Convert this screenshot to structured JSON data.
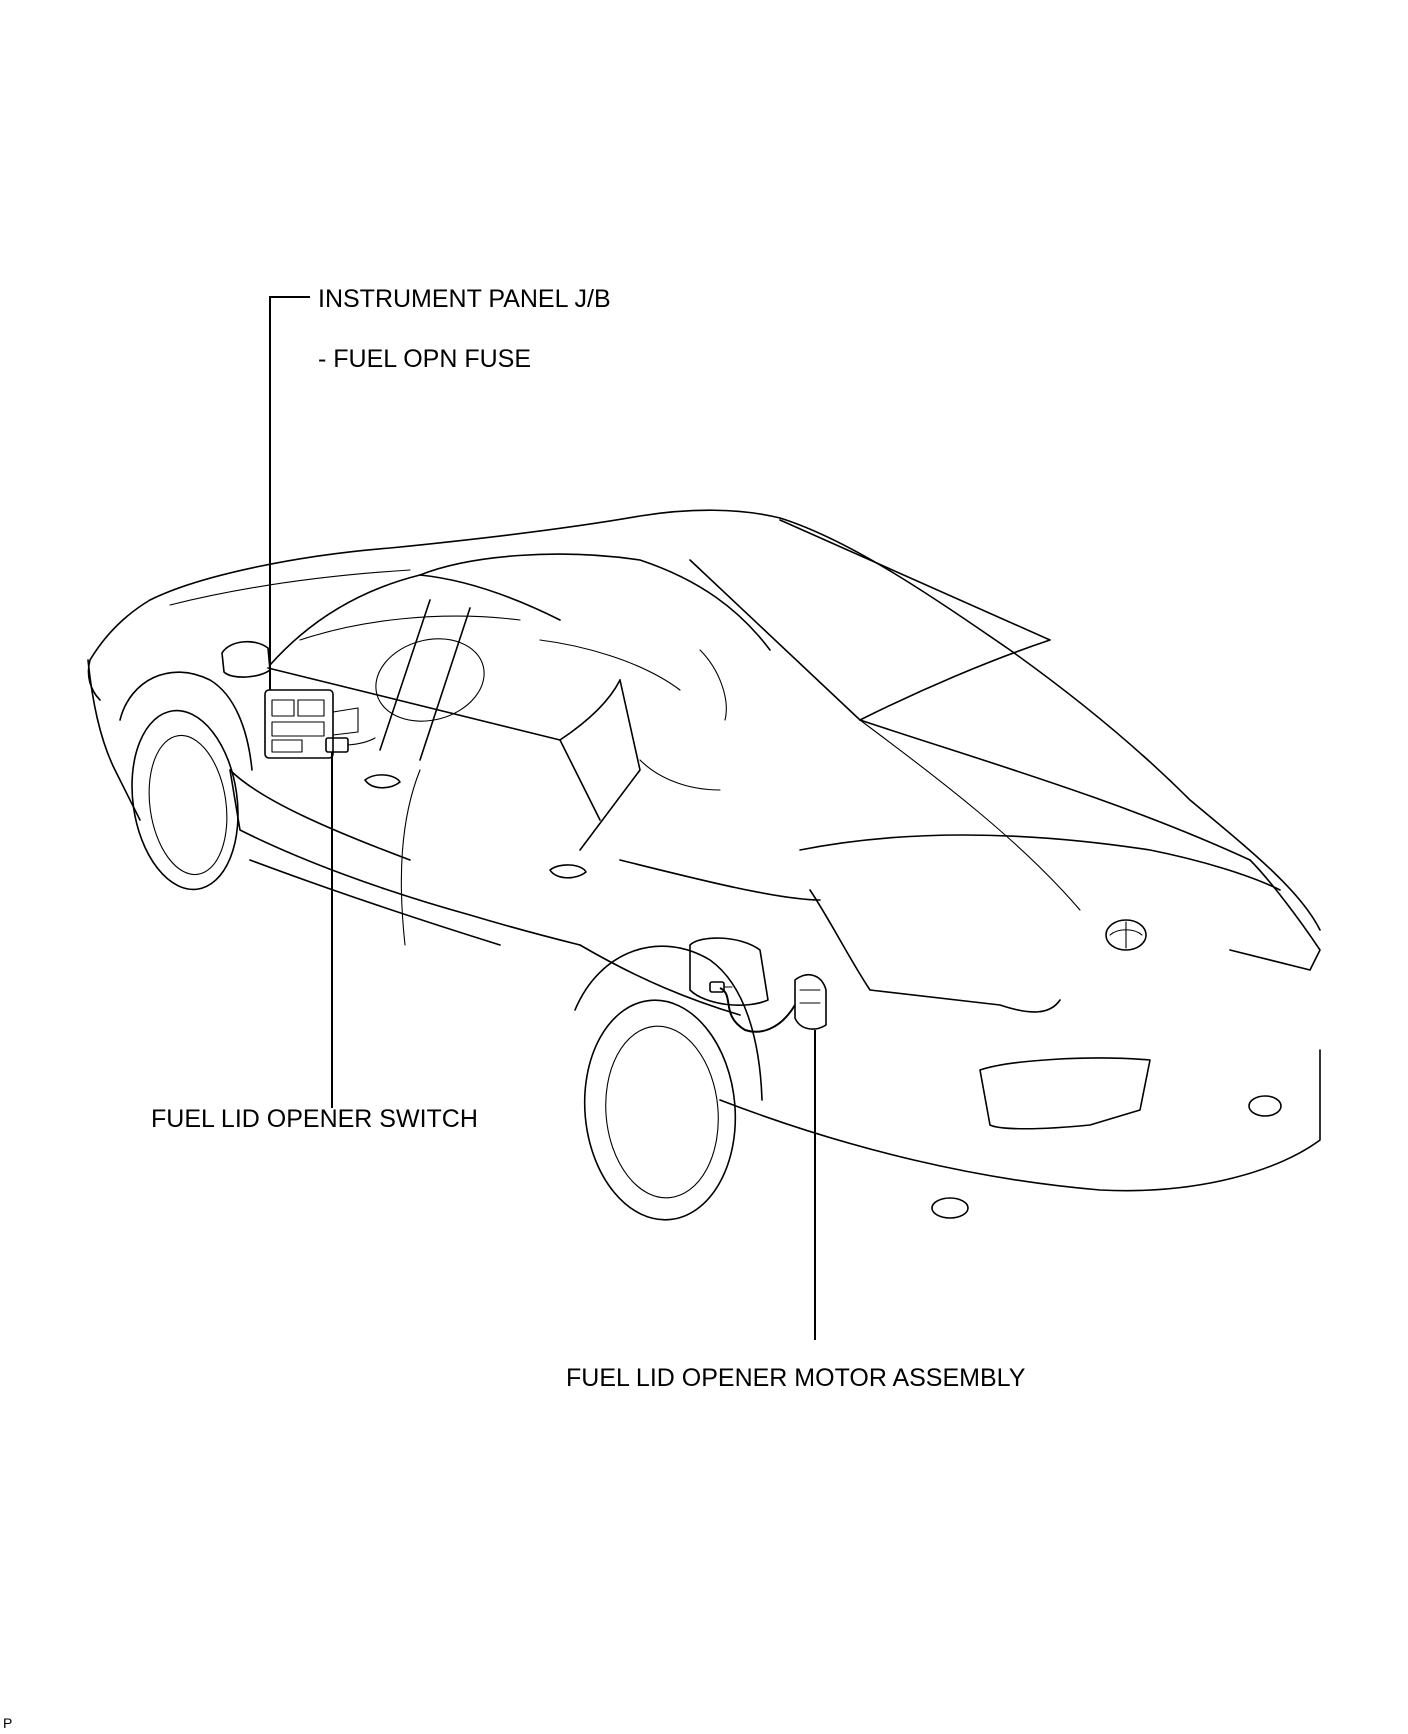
{
  "labels": {
    "instrument_panel_jb": "INSTRUMENT PANEL J/B",
    "fuel_opn_fuse": "- FUEL OPN FUSE",
    "fuel_lid_opener_switch": "FUEL LID OPENER SWITCH",
    "fuel_lid_opener_motor": "FUEL LID OPENER MOTOR ASSEMBLY"
  },
  "figure_code": "P"
}
